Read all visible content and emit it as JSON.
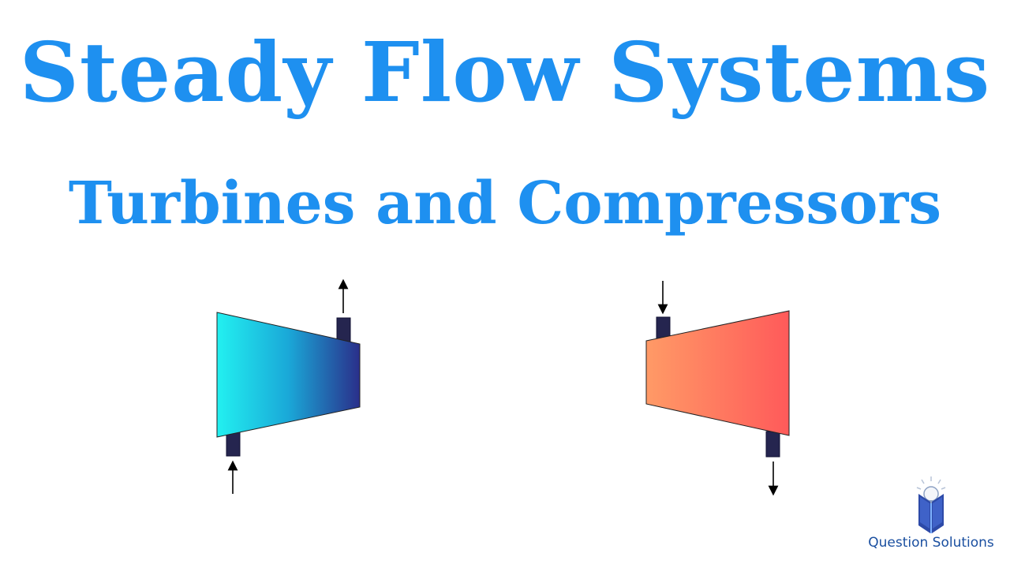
{
  "title": "Steady Flow Systems",
  "subtitle": "Turbines and Compressors",
  "colors": {
    "title": "#1e90f0",
    "turbine_gradient": [
      "#22f0f0",
      "#2a2f8a"
    ],
    "compressor_gradient": [
      "#ff9a66",
      "#ff5a5a"
    ],
    "shaft": "#25254f",
    "arrow": "#000000"
  },
  "logo": {
    "text": "Question Solutions",
    "icon": "lightbulb-book-icon"
  }
}
